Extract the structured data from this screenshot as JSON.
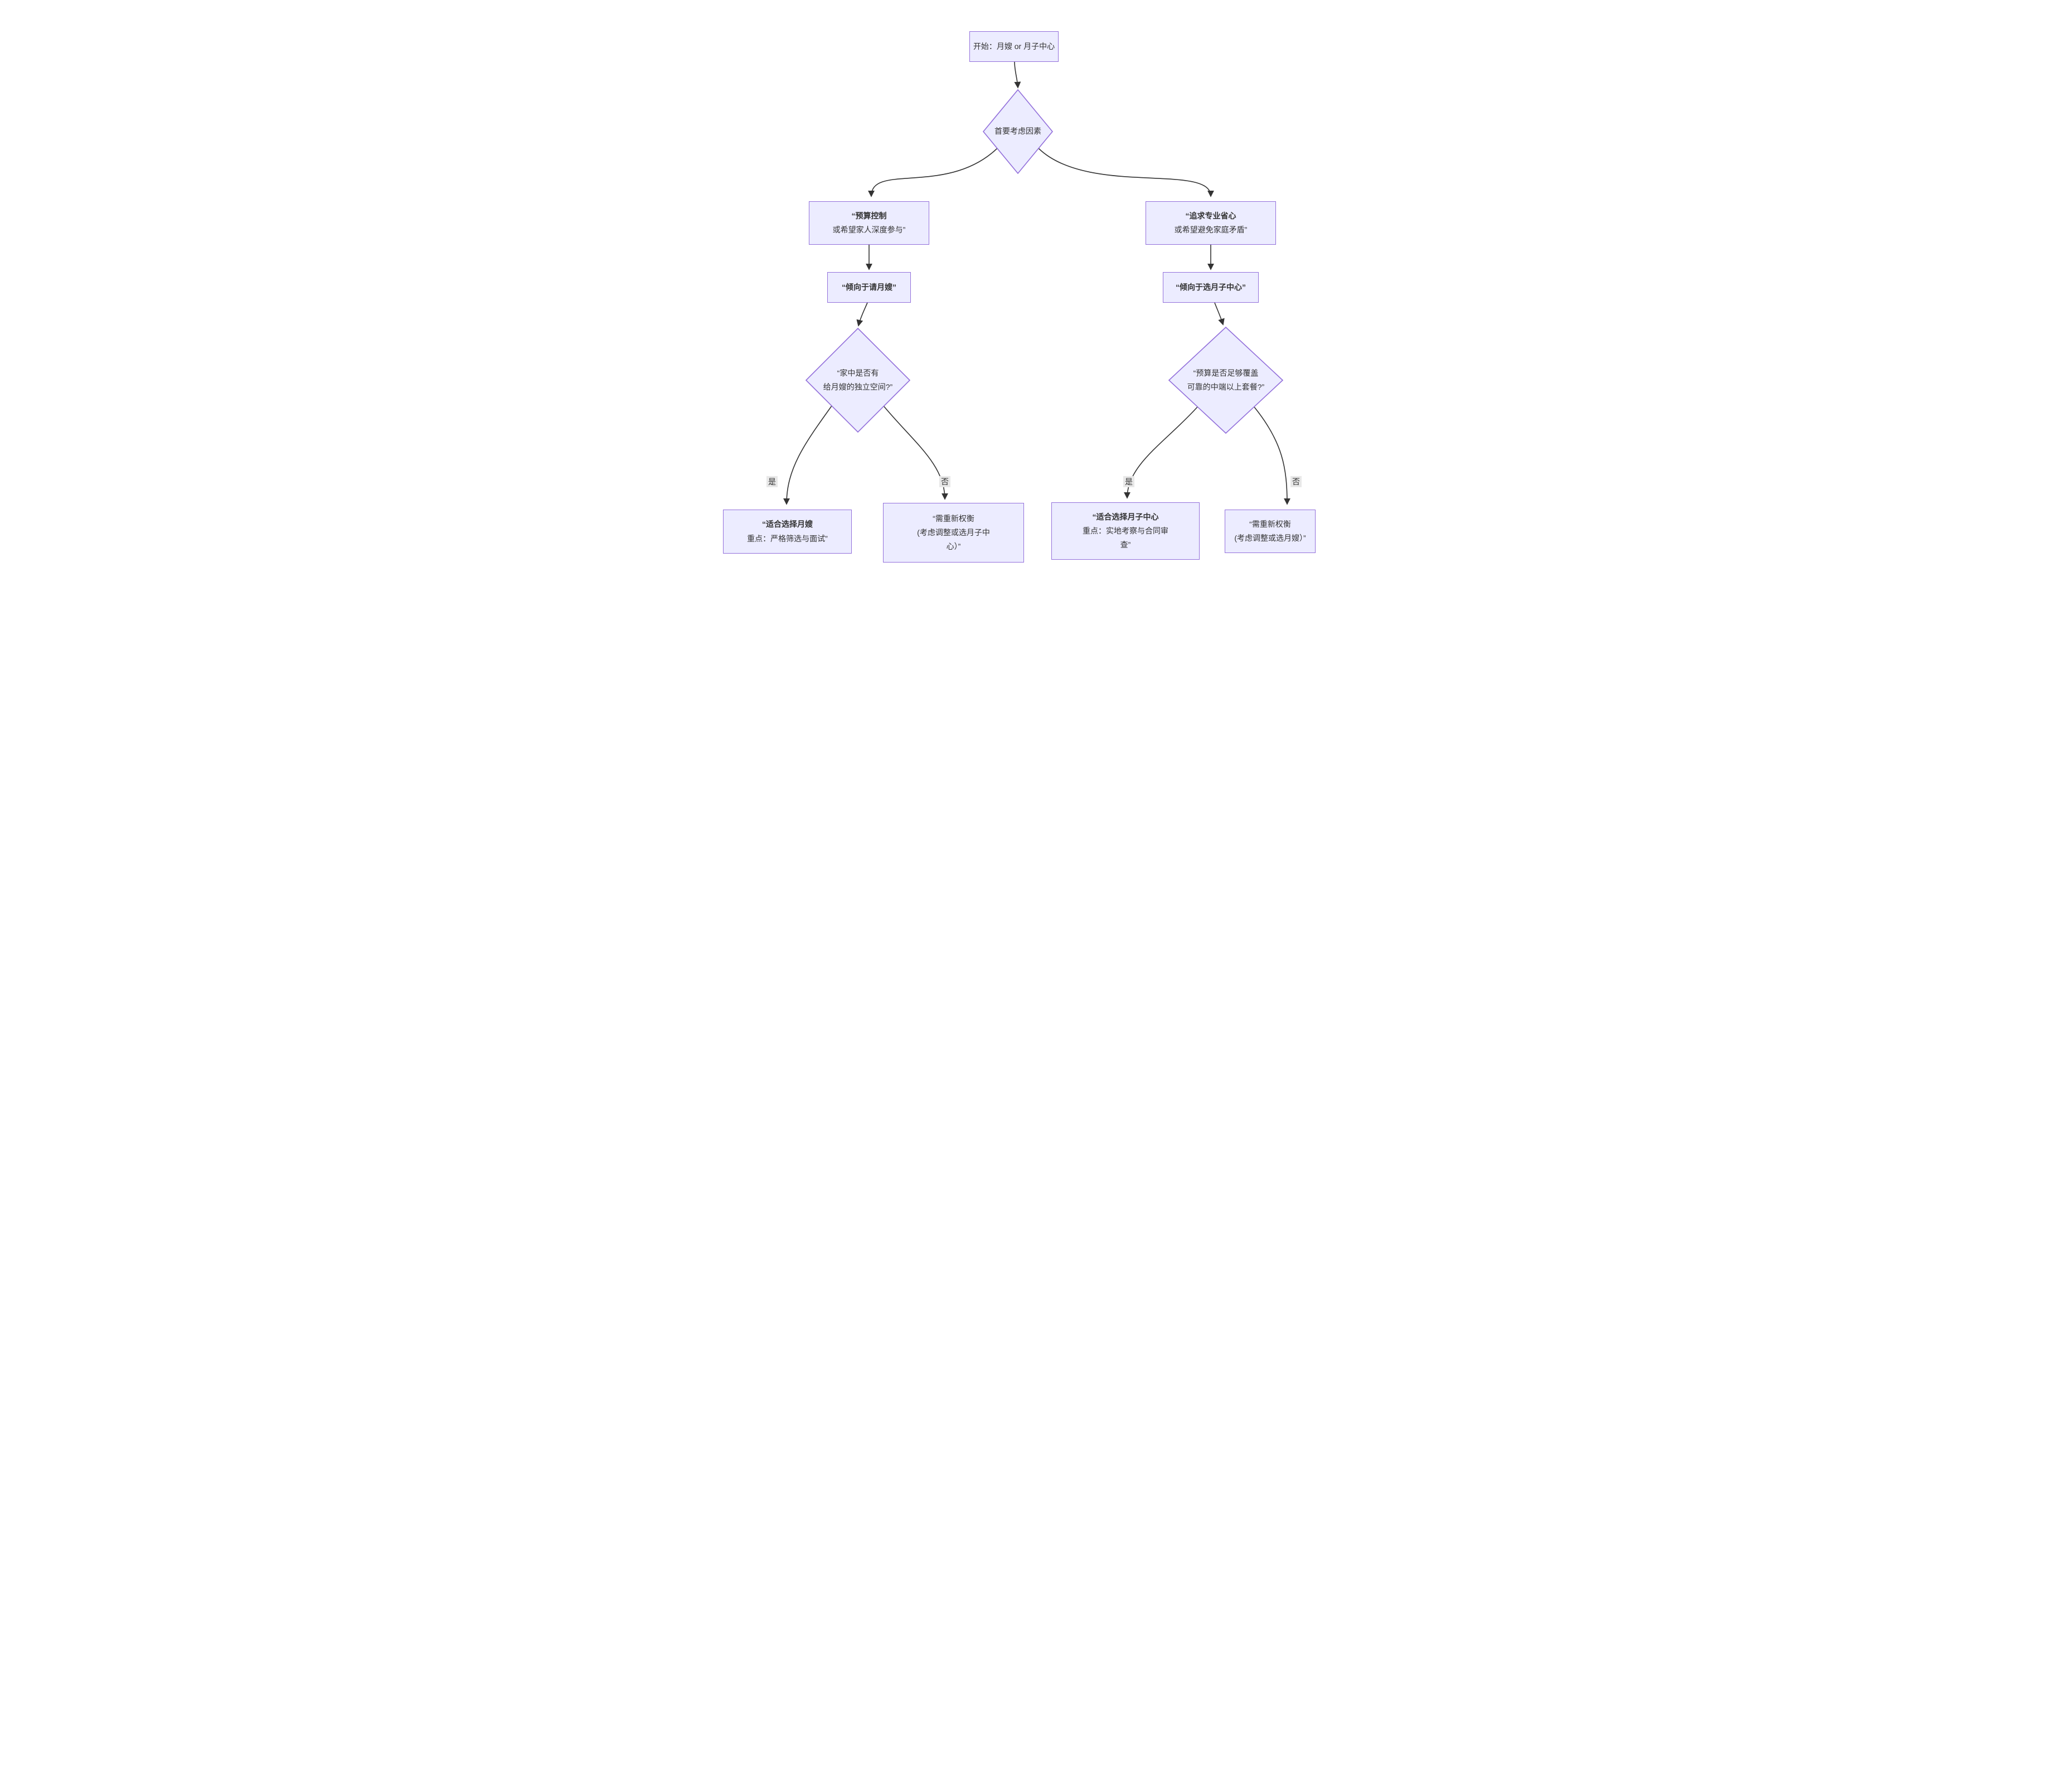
{
  "colors": {
    "node_fill": "#ECECFF",
    "node_border": "#9370DB",
    "edge_line": "#333333",
    "text": "#333333",
    "edge_label_bg": "#e8e8e8",
    "background": "#ffffff"
  },
  "nodes": {
    "start": {
      "line1": "开始：月嫂 or 月子中心"
    },
    "decision_primary": {
      "line1": "首要考虑因素"
    },
    "budget_control": {
      "line1": "“预算控制",
      "line2": "或希望家人深度参与”"
    },
    "professional_ease": {
      "line1": "“追求专业省心",
      "line2": "或希望避免家庭矛盾”"
    },
    "prefer_yuesao": {
      "line1": "“倾向于请月嫂”"
    },
    "prefer_center": {
      "line1": "“倾向于选月子中心”"
    },
    "decision_space": {
      "line1": "“家中是否有",
      "line2": "给月嫂的独立空间?”"
    },
    "decision_budget": {
      "line1": "“预算是否足够覆盖",
      "line2": "可靠的中端以上套餐?”"
    },
    "choose_yuesao": {
      "line1": "“适合选择月嫂",
      "line2": "重点：严格筛选与面试”"
    },
    "reconsider_center": {
      "line1": "“需重新权衡",
      "line2": "(考虑调整或选月子中",
      "line3": "心）”"
    },
    "choose_center": {
      "line1": "“适合选择月子中心",
      "line2": "重点：实地考察与合同审",
      "line3": "查”"
    },
    "reconsider_yuesao": {
      "line1": "“需重新权衡",
      "line2": "(考虑调整或选月嫂）”"
    }
  },
  "edge_labels": {
    "yes_left": "是",
    "no_left": "否",
    "yes_right": "是",
    "no_right": "否"
  }
}
